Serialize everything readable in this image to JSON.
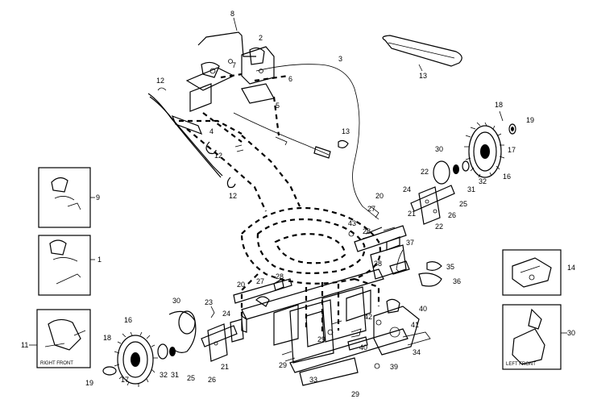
{
  "callouts": {
    "c8": "8",
    "c2": "2",
    "c7": "7",
    "c3": "3",
    "c13a": "13",
    "c12a": "12",
    "c6": "6",
    "c5": "5",
    "c4": "4",
    "c12b": "12",
    "c12c": "12",
    "c13b": "13",
    "c18a": "18",
    "c19a": "19",
    "c17a": "17",
    "c16a": "16",
    "c30a": "30",
    "c22a": "22",
    "c32a": "32",
    "c31a": "31",
    "c24a": "24",
    "c25a": "25",
    "c26a": "26",
    "c22b": "22",
    "c20a": "20",
    "c21a": "21",
    "c27a": "27",
    "c43": "43",
    "c28a": "28",
    "c37": "37",
    "c38": "38",
    "c35": "35",
    "c36": "36",
    "c20b": "20",
    "c27b": "27",
    "c28b": "28",
    "c42": "42",
    "c40a": "40",
    "c41": "41",
    "c34": "34",
    "c40b": "40",
    "c39": "39",
    "c29a": "29",
    "c33": "33",
    "c29b": "29",
    "c23": "23",
    "c24b": "24",
    "c30b": "30",
    "c16b": "16",
    "c18b": "18",
    "c19b": "19",
    "c17b": "17",
    "c32b": "32",
    "c31b": "31",
    "c25b": "25",
    "c26b": "26",
    "c21b": "21",
    "c29c": "29"
  },
  "inset_labels": {
    "box9": "9",
    "box1": "1",
    "box11": "11",
    "box14": "14",
    "box30": "30",
    "right_front": "RIGHT FRONT",
    "left_front": "LEFT FRONT"
  }
}
